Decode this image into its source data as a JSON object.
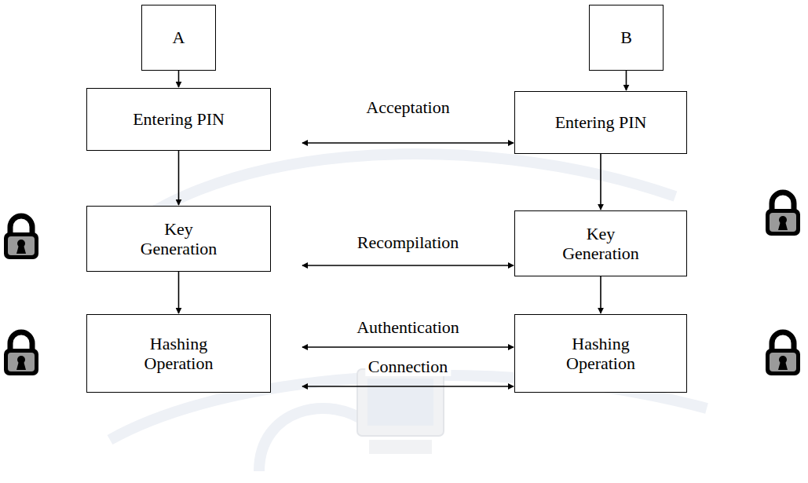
{
  "diagram": {
    "nodes": [
      {
        "text": [
          "A"
        ]
      },
      {
        "text": [
          "B"
        ]
      },
      {
        "text": [
          "Entering PIN"
        ]
      },
      {
        "text": [
          "Entering PIN"
        ]
      },
      {
        "text": [
          "Key Generation"
        ]
      },
      {
        "text": [
          "Key Generation"
        ]
      },
      {
        "text": [
          "Hashing Operation"
        ]
      },
      {
        "text": [
          "Hashing Operation"
        ]
      }
    ],
    "edges": [
      {
        "from": 0,
        "to": 2,
        "arrow": "to"
      },
      {
        "from": 1,
        "to": 3,
        "arrow": "to"
      },
      {
        "from": 2,
        "to": 3,
        "label": "Acceptation",
        "arrow": "both"
      },
      {
        "from": 2,
        "to": 4,
        "arrow": "to"
      },
      {
        "from": 3,
        "to": 5,
        "arrow": "to"
      },
      {
        "from": 4,
        "to": 5,
        "label": "Recompilation",
        "arrow": "both"
      },
      {
        "from": 4,
        "to": 6,
        "arrow": "to"
      },
      {
        "from": 5,
        "to": 7,
        "arrow": "to"
      },
      {
        "from": 6,
        "to": 7,
        "label": "Authentication",
        "arrow": "both"
      },
      {
        "from": 6,
        "to": 7,
        "label": "Connection",
        "arrow": "both"
      }
    ]
  }
}
